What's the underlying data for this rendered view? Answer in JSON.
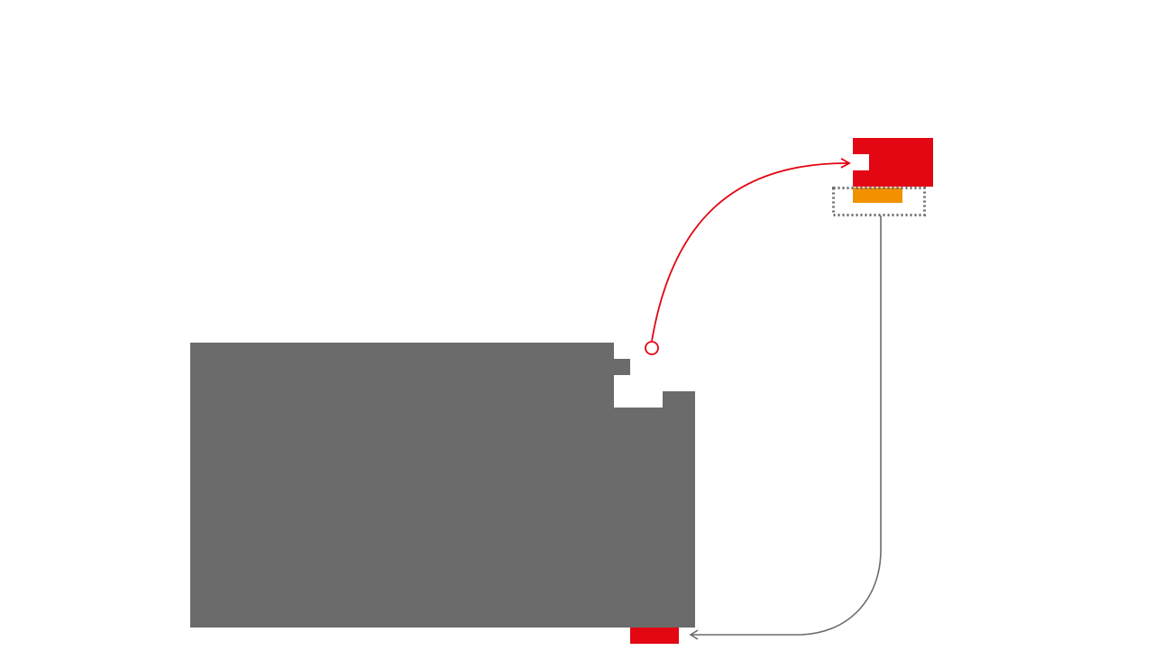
{
  "diagram": {
    "type": "puzzle-piece-move-diagram",
    "colors": {
      "main_piece": "#6b6b6b",
      "highlight_piece": "#e30613",
      "accent_piece": "#f29100",
      "move_arrow": "#e30613",
      "return_arrow": "#6b6b6b",
      "selection_box": "#6b6b6b",
      "background": "#ffffff"
    },
    "elements": [
      {
        "role": "main-puzzle-block",
        "icon": "puzzle-block-shape"
      },
      {
        "role": "target-piece",
        "icon": "puzzle-piece-shape"
      },
      {
        "role": "source-origin-marker",
        "icon": "circle-marker"
      },
      {
        "role": "move-arrow",
        "style": "curved",
        "icon": "arrow-icon"
      },
      {
        "role": "selection-outline",
        "style": "dotted"
      },
      {
        "role": "accent-bar"
      },
      {
        "role": "return-arrow",
        "style": "elbow",
        "icon": "arrow-icon"
      },
      {
        "role": "bottom-red-tab"
      }
    ]
  }
}
